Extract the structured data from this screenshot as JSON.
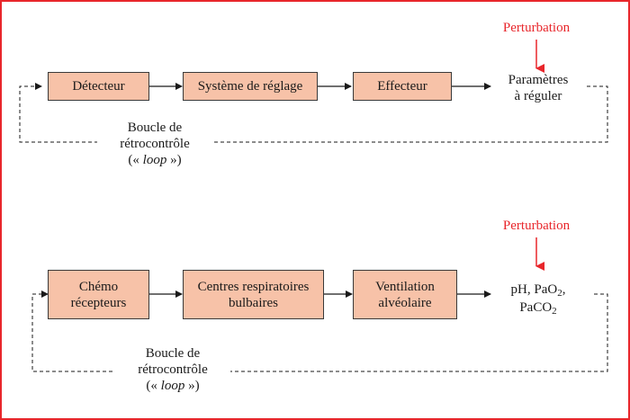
{
  "colors": {
    "border": "#e8262b",
    "box_fill": "#f7c2a8",
    "perturbation": "#e8262b",
    "line": "#1a1a1a"
  },
  "diagram_top": {
    "boxes": [
      "Détecteur",
      "Système de réglage",
      "Effecteur"
    ],
    "output_line1": "Paramètres",
    "output_line2": "à réguler",
    "perturbation": "Perturbation",
    "loop_line1": "Boucle de",
    "loop_line2": "rétrocontrôle",
    "loop_open": "(« ",
    "loop_word": "loop",
    "loop_close": " »)"
  },
  "diagram_bottom": {
    "boxes": [
      "Chémo\nrécepteurs",
      "Centres respiratoires\nbulbaires",
      "Ventilation\nalvéolaire"
    ],
    "output_ph": "pH, PaO",
    "output_o2_sub": "2",
    "output_comma": ",",
    "output_paco": "PaCO",
    "output_co2_sub": "2",
    "perturbation": "Perturbation",
    "loop_line1": "Boucle de",
    "loop_line2": "rétrocontrôle",
    "loop_open": "(« ",
    "loop_word": "loop",
    "loop_close": " »)"
  }
}
